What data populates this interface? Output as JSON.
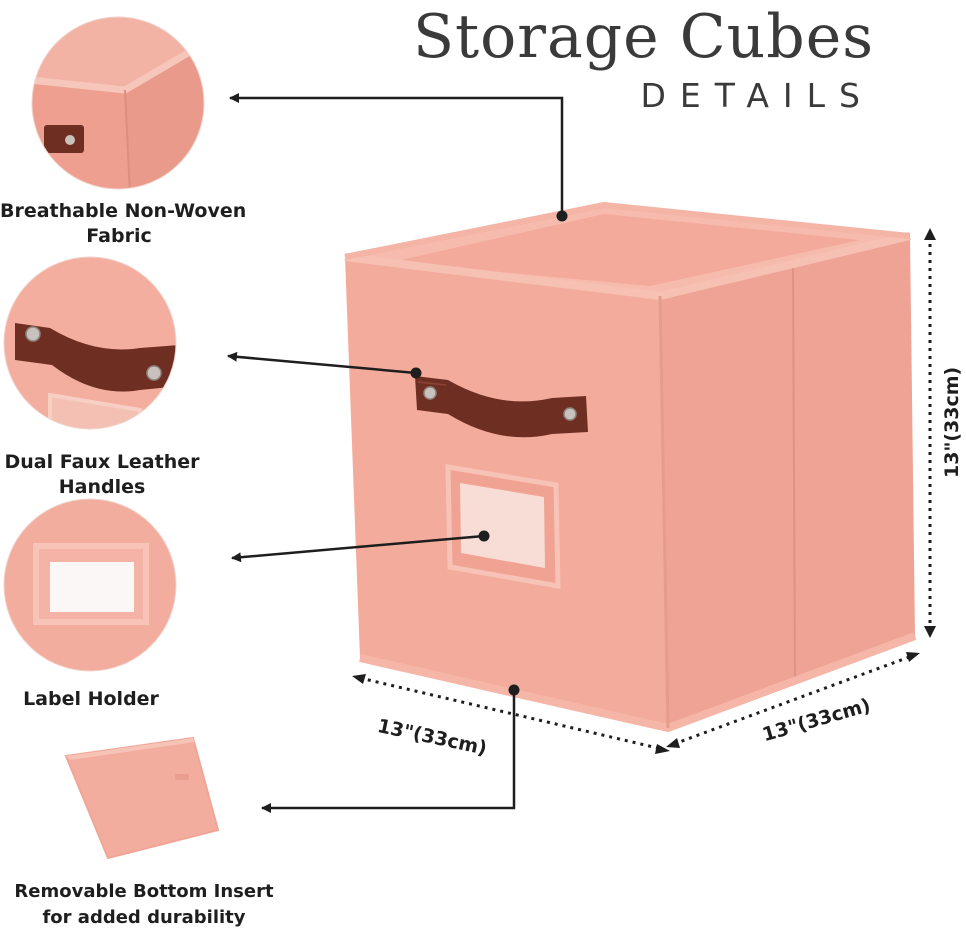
{
  "header": {
    "title": "Storage Cubes",
    "subtitle": "DETAILS"
  },
  "features": [
    {
      "icon": "fabric-corner-closeup",
      "line1": "Breathable Non-Woven",
      "line2": "Fabric"
    },
    {
      "icon": "handle-closeup",
      "line1": "Dual Faux Leather",
      "line2": "Handles"
    },
    {
      "icon": "label-holder-closeup",
      "line1": "Label Holder",
      "line2": ""
    },
    {
      "icon": "bottom-insert-board",
      "line1": "Removable Bottom Insert",
      "line2": "for added durability"
    }
  ],
  "dimensions": {
    "height": "13\"(33cm)",
    "width": "13\"(33cm)",
    "depth": "13\"(33cm)"
  },
  "colors": {
    "cube_front": "#f3ab9d",
    "cube_side": "#eda395",
    "cube_interior": "#f6b6a8",
    "handle": "#6e2f22",
    "text": "#1e1e1e",
    "title": "#3a3a3a"
  }
}
